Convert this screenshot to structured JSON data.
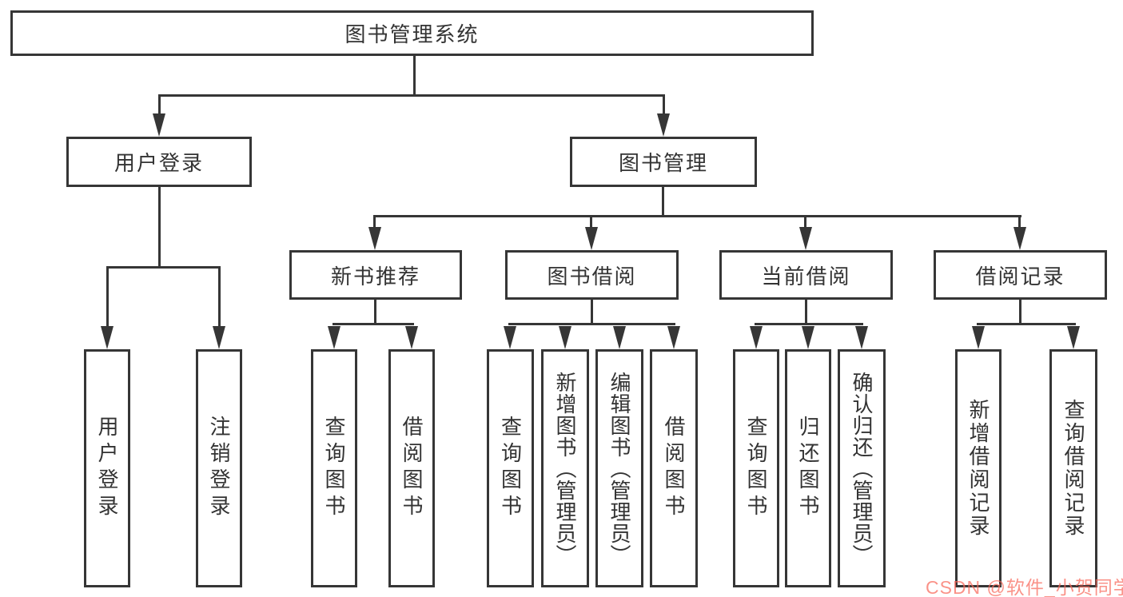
{
  "nodes": {
    "root": "图书管理系统",
    "user_login": "用户登录",
    "book_mgmt": "图书管理",
    "new_book_rec": "新书推荐",
    "book_borrow": "图书借阅",
    "current_borrow": "当前借阅",
    "borrow_records": "借阅记录",
    "ul_login": "用户登录",
    "ul_logout": "注销登录",
    "nb_query": "查询图书",
    "nb_borrow": "借阅图书",
    "bb_query": "查询图书",
    "bb_add": "新增图书（管理员）",
    "bb_edit": "编辑图书（管理员）",
    "bb_borrow": "借阅图书",
    "cb_query": "查询图书",
    "cb_return": "归还图书",
    "cb_confirm": "确认归还（管理员）",
    "br_add": "新增借阅记录",
    "br_query": "查询借阅记录"
  },
  "watermark": {
    "text": "CSDN @软件_小贺同学",
    "color": "#f8685a",
    "style": "color:rgba(248,104,90,0.72)"
  },
  "colors": {
    "line": "#363636",
    "background": "#ffffff"
  }
}
